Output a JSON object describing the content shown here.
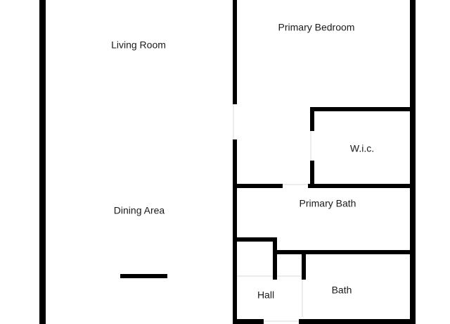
{
  "floorplan": {
    "rooms": {
      "living_room": "Living Room",
      "primary_bedroom": "Primary Bedroom",
      "wic": "W.i.c.",
      "dining_area": "Dining Area",
      "primary_bath": "Primary Bath",
      "hall": "Hall",
      "bath": "Bath"
    },
    "colors": {
      "wall": "#000000",
      "background": "#ffffff",
      "label": "#1a1a1a"
    }
  }
}
